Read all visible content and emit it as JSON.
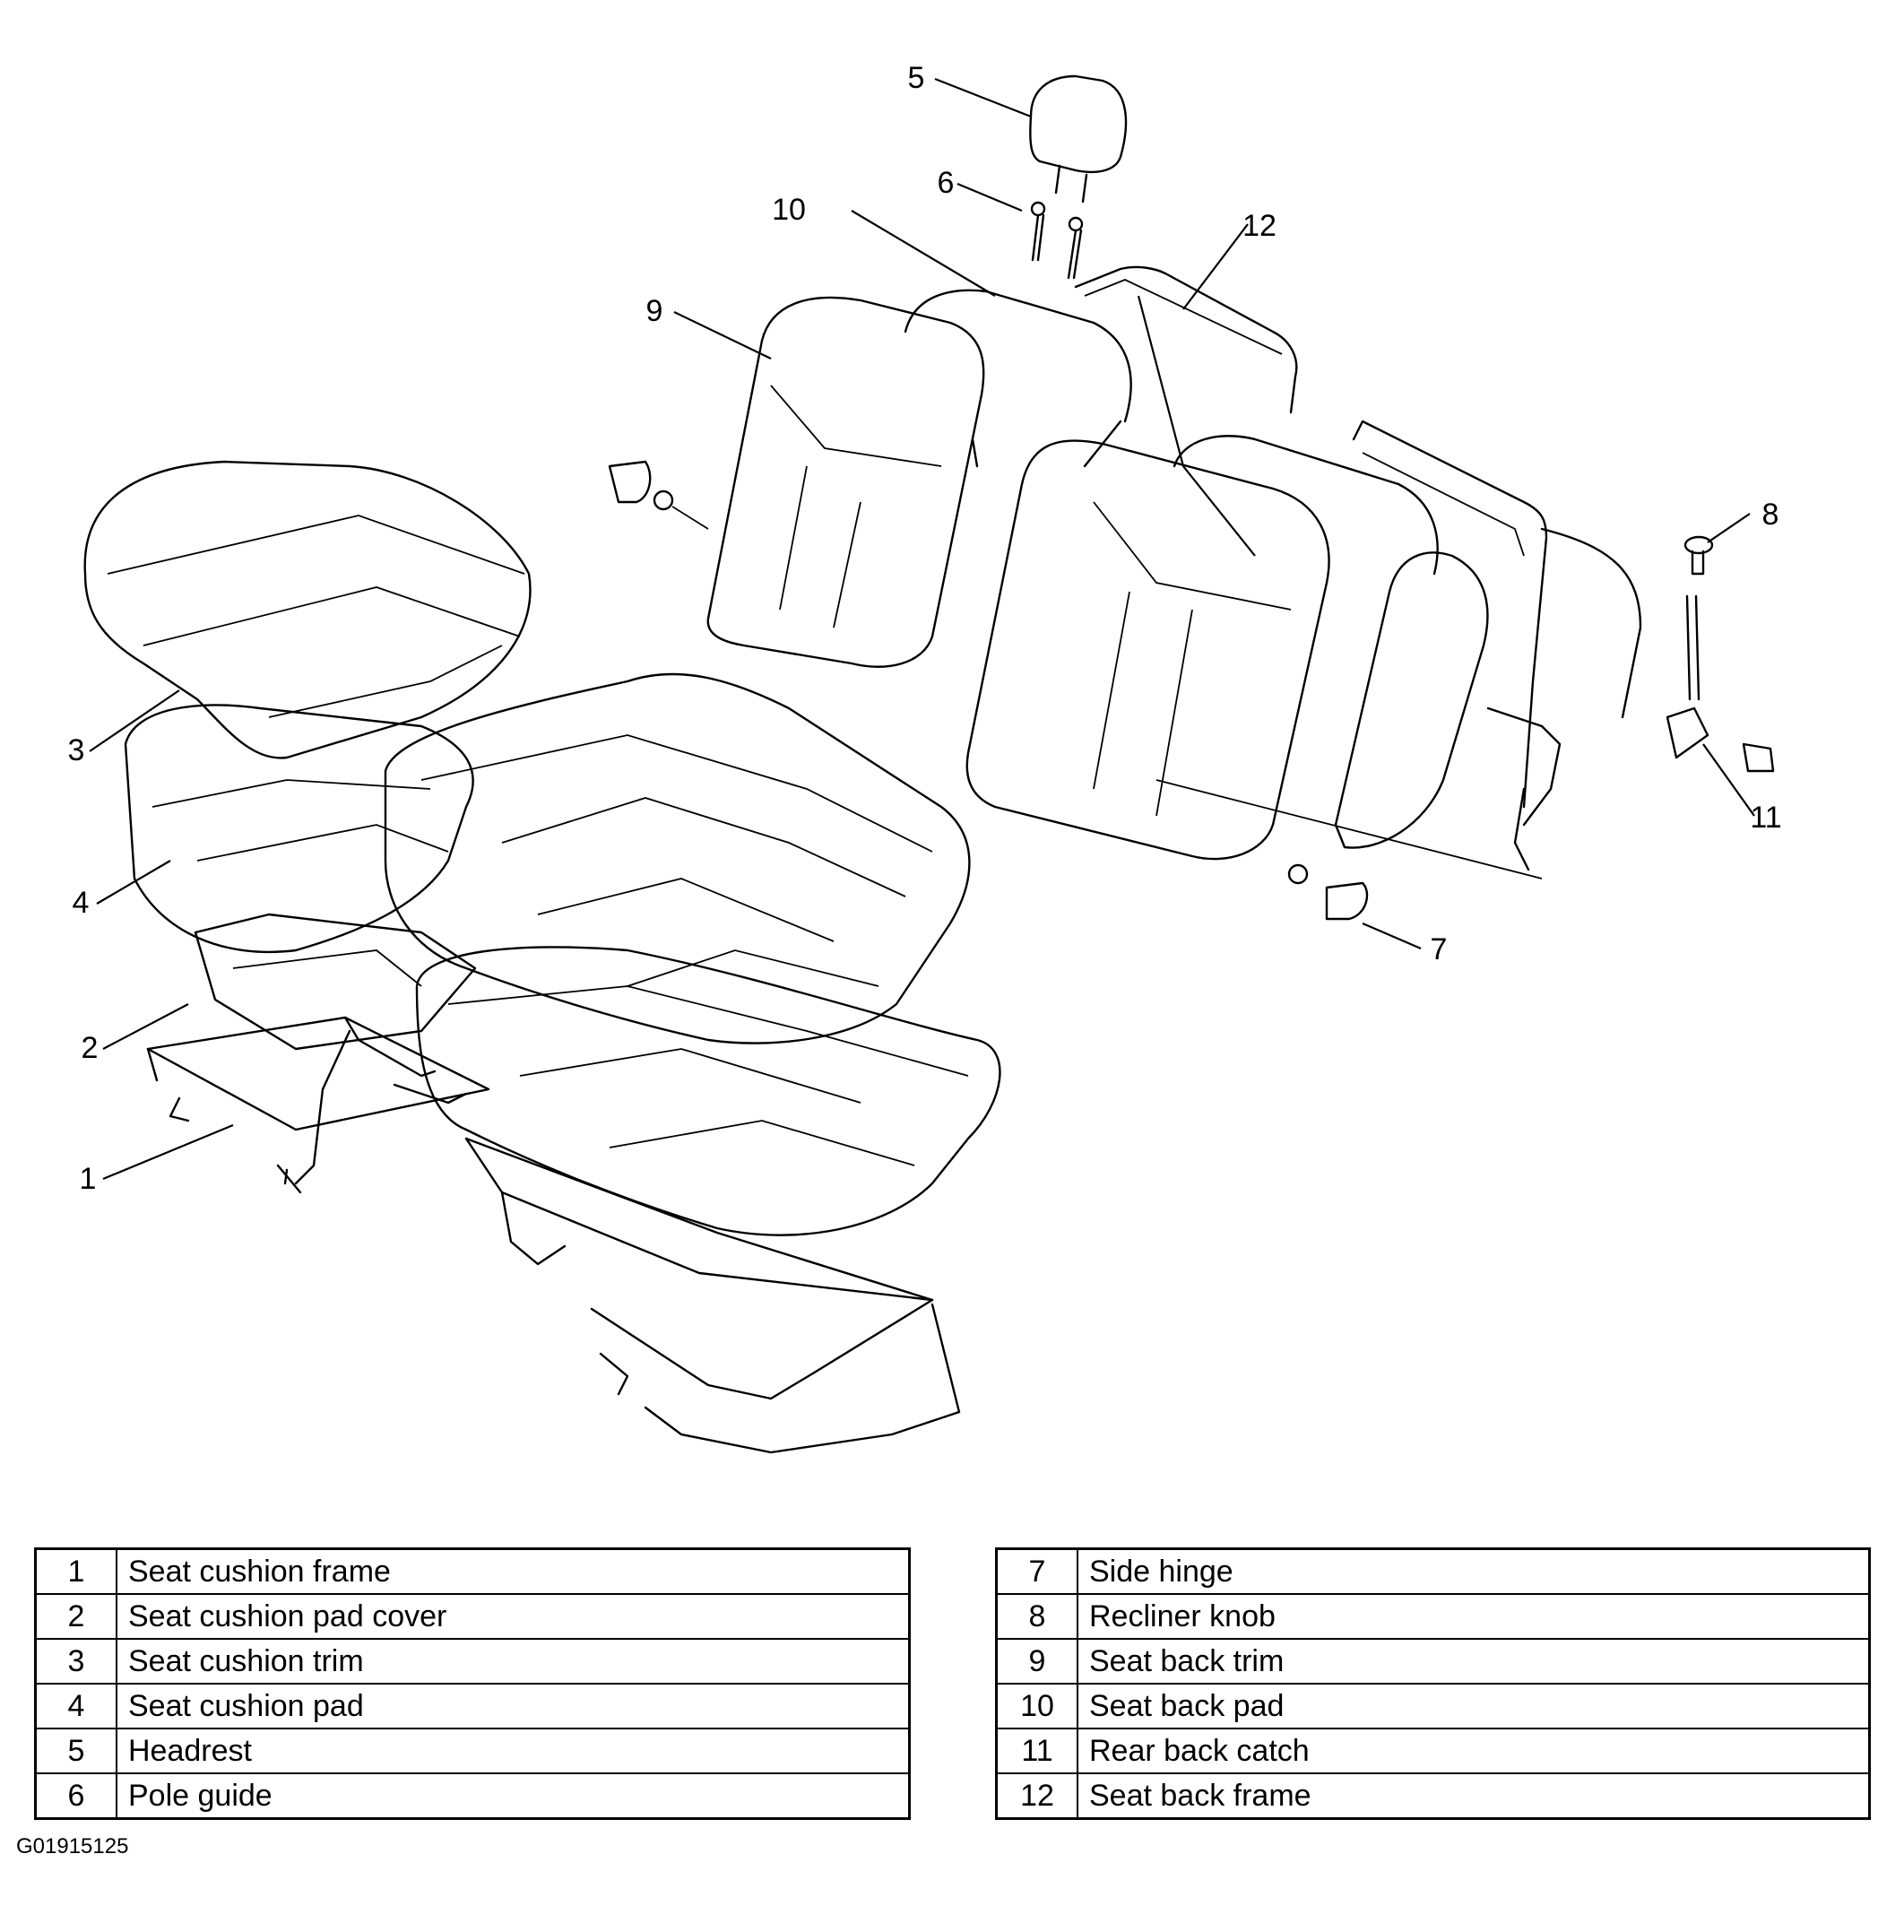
{
  "callouts": [
    "1",
    "2",
    "3",
    "4",
    "5",
    "6",
    "7",
    "8",
    "9",
    "10",
    "11",
    "12"
  ],
  "legend_left": [
    {
      "num": "1",
      "label": "Seat cushion frame"
    },
    {
      "num": "2",
      "label": "Seat cushion pad cover"
    },
    {
      "num": "3",
      "label": "Seat cushion trim"
    },
    {
      "num": "4",
      "label": "Seat cushion pad"
    },
    {
      "num": "5",
      "label": "Headrest"
    },
    {
      "num": "6",
      "label": "Pole guide"
    }
  ],
  "legend_right": [
    {
      "num": "7",
      "label": "Side hinge"
    },
    {
      "num": "8",
      "label": "Recliner knob"
    },
    {
      "num": "9",
      "label": "Seat back trim"
    },
    {
      "num": "10",
      "label": "Seat back pad"
    },
    {
      "num": "11",
      "label": "Rear back catch"
    },
    {
      "num": "12",
      "label": "Seat back frame"
    }
  ],
  "figure_code": "G01915125"
}
